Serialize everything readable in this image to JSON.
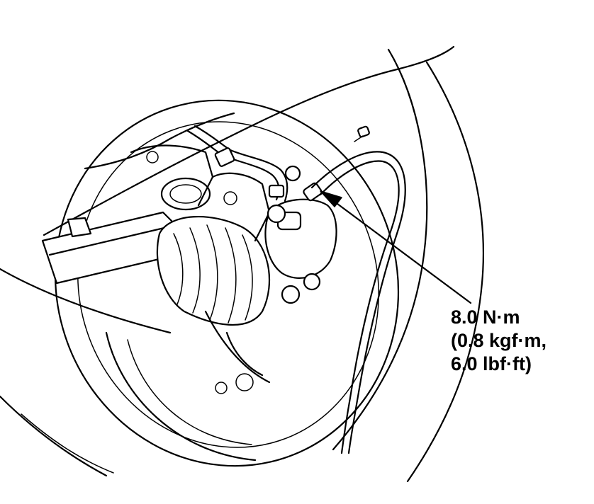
{
  "torque_spec": {
    "line1": "8.0 N·m",
    "line2": "(0.8 kgf·m,",
    "line3": "6.0 lbf·ft)"
  },
  "colors": {
    "ink": "#000000",
    "paper": "#ffffff"
  }
}
